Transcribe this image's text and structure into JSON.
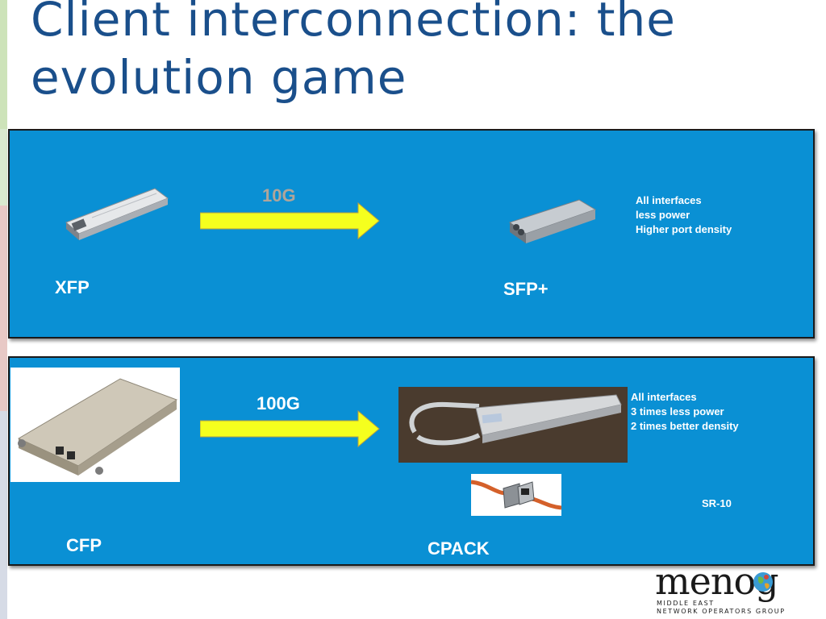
{
  "slide": {
    "title_line1": "Client interconnection: the",
    "title_line2": "evolution game"
  },
  "panel_10g": {
    "rate_label": "10G",
    "from_label": "XFP",
    "to_label": "SFP+",
    "notes": [
      "All interfaces",
      "less power",
      "Higher port density"
    ]
  },
  "panel_100g": {
    "rate_label": "100G",
    "from_label": "CFP",
    "to_label": "CPACK",
    "notes": [
      "All interfaces",
      "3 times less power",
      "2 times better density"
    ],
    "variant_label": "SR-10"
  },
  "logo": {
    "wordmark": "menog",
    "sub_line1": "MIDDLE EAST",
    "sub_line2": "NETWORK OPERATORS GROUP"
  },
  "colors": {
    "title": "#1a4f8b",
    "panel": "#0a90d4",
    "arrow": "#f5ff1e",
    "rate_10g": "#b0a59a"
  },
  "icons": [
    "xfp-module-image",
    "sfp-plus-module-image",
    "cfp-module-image",
    "cpack-module-image",
    "cpack-cable-image",
    "right-arrow-icon",
    "menog-logo"
  ]
}
